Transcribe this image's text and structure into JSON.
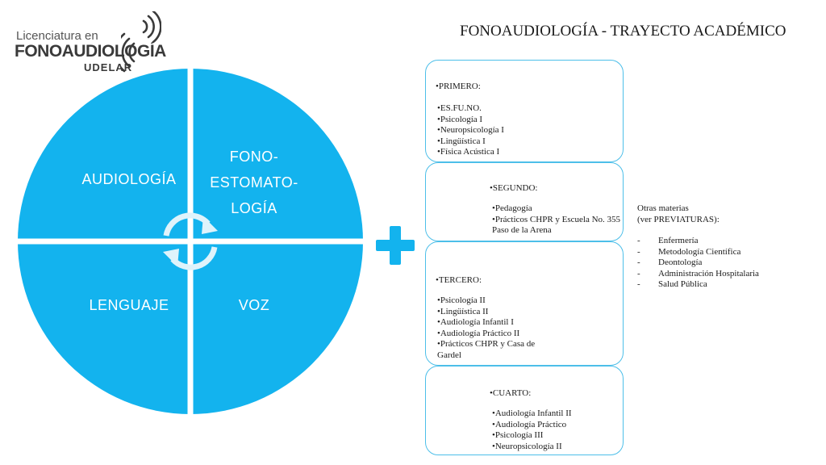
{
  "logo": {
    "line1": "Licenciatura en",
    "line2": "FONOAUDIOLOGÍA",
    "line3": "UDELAR"
  },
  "title": "FONOAUDIOLOGÍA - TRAYECTO ACADÉMICO",
  "wheel": {
    "quadrants": [
      {
        "label": "AUDIOLOGÍA"
      },
      {
        "label_lines": [
          "FONO-",
          "ESTOMATO-",
          "LOGÍA"
        ]
      },
      {
        "label": "LENGUAJE"
      },
      {
        "label": "VOZ"
      }
    ],
    "colors": {
      "fill": "#13b3ee",
      "divider": "#ffffff",
      "cycle_arrows": "#dff3fb"
    }
  },
  "plus_color": "#13b3ee",
  "years": [
    {
      "title": "•PRIMERO:",
      "items": [
        "•ES.FU.NO.",
        "•Psicología I",
        "•Neuropsicología I",
        "•Lingüística I",
        "•Física Acústica I"
      ]
    },
    {
      "title": "•SEGUNDO:",
      "items": [
        "•Pedagogía",
        "•Prácticos CHPR y Escuela No. 355 Paso de la Arena"
      ]
    },
    {
      "title": "•TERCERO:",
      "items": [
        "•Psicología II",
        "•Lingüística II",
        "•Audiología Infantil I",
        "•Audiología Práctico II",
        "•Prácticos CHPR y Casa de Gardel"
      ]
    },
    {
      "title": "•CUARTO:",
      "items": [
        "•Audiología Infantil II",
        "•Audiología Práctico",
        "•Psicología III",
        "•Neuropsicología II"
      ]
    }
  ],
  "other": {
    "heading_line1": "Otras materias",
    "heading_line2": "(ver PREVIATURAS):",
    "dash": "-",
    "items": [
      "Enfermería",
      "Metodología Científica",
      "Deontología",
      "Administración Hospitalaria",
      "Salud Pública"
    ]
  },
  "box_border_color": "#4dbfe9"
}
